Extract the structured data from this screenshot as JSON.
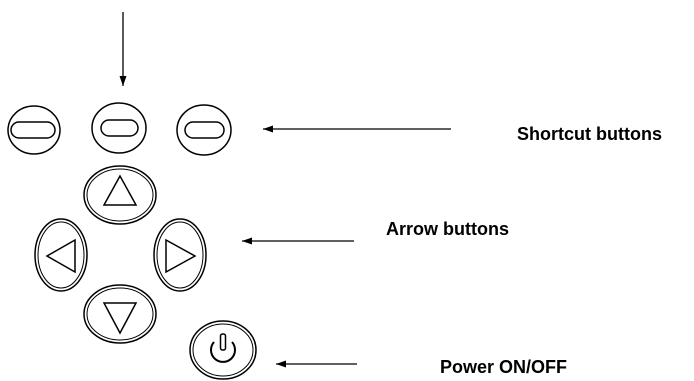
{
  "labels": {
    "shortcut": "Shortcut buttons",
    "arrow": "Arrow buttons",
    "power": "Power ON/OFF"
  },
  "buttons": {
    "shortcut": [
      "shortcut-left",
      "shortcut-middle",
      "shortcut-right"
    ],
    "arrow": [
      "arrow-up",
      "arrow-left",
      "arrow-right",
      "arrow-down"
    ],
    "power_icon": "power-icon"
  },
  "colors": {
    "line": "#000000",
    "background": "#ffffff"
  }
}
